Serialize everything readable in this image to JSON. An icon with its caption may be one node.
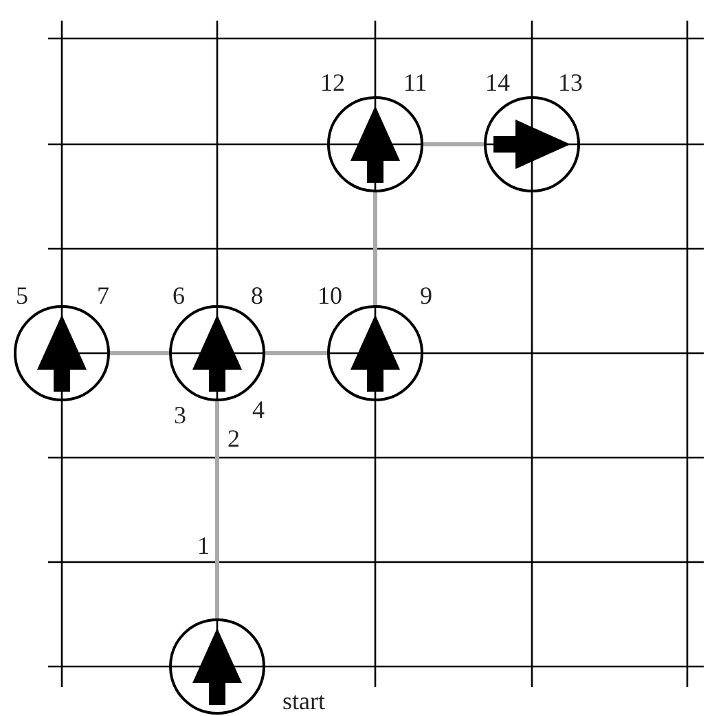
{
  "diagram": {
    "nodes": [
      {
        "text": [],
        "shape": "circle"
      },
      {
        "text": [],
        "shape": "circle"
      },
      {
        "text": [],
        "shape": "circle"
      },
      {
        "text": [],
        "shape": "circle"
      },
      {
        "text": [],
        "shape": "circle"
      },
      {
        "text": [],
        "shape": "circle",
        "beside": [
          "start"
        ]
      }
    ],
    "edges": [
      {
        "from": 5,
        "to": 3,
        "arrow": "none"
      },
      {
        "from": 2,
        "to": 3,
        "arrow": "none"
      },
      {
        "from": 3,
        "to": 4,
        "arrow": "none"
      },
      {
        "from": 4,
        "to": 0,
        "arrow": "none"
      },
      {
        "from": 0,
        "to": 1,
        "arrow": "none"
      }
    ],
    "labels": [
      "12",
      "11",
      "14",
      "13",
      "5",
      "7",
      "6",
      "8",
      "10",
      "9",
      "3",
      "4",
      "2",
      "1"
    ]
  }
}
